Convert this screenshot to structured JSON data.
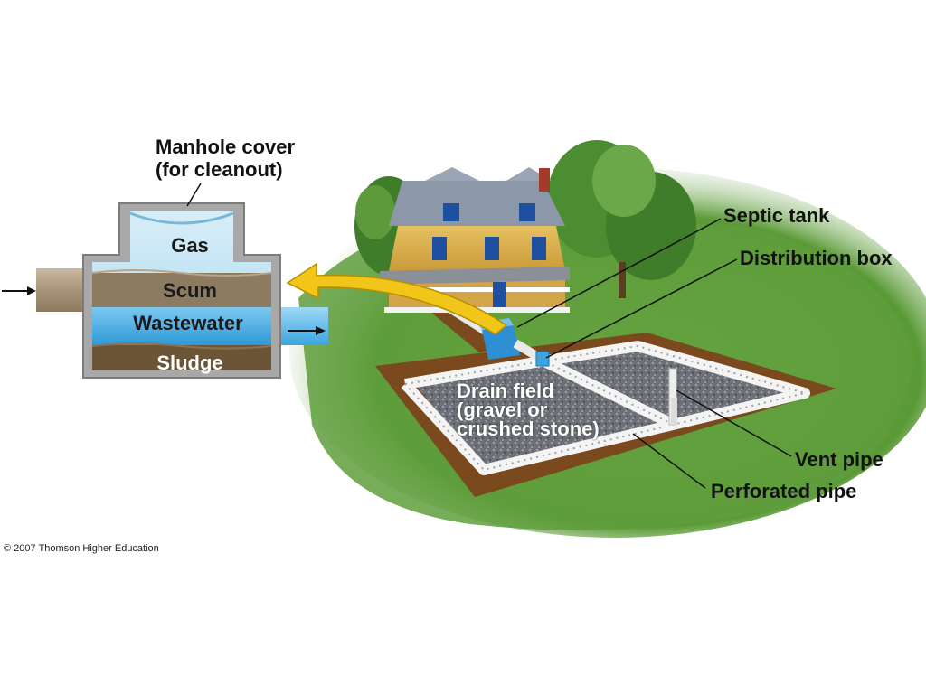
{
  "labels": {
    "manhole_cover": [
      "Manhole cover",
      "(for cleanout)"
    ],
    "septic_tank": "Septic tank",
    "distribution_box": "Distribution box",
    "vent_pipe": "Vent pipe",
    "perforated_pipe": "Perforated pipe",
    "drain_field": [
      "Drain field",
      "(gravel or",
      "crushed stone)"
    ]
  },
  "tank_layers": {
    "gas": "Gas",
    "scum": "Scum",
    "wastewater": "Wastewater",
    "sludge": "Sludge"
  },
  "copyright": "© 2007 Thomson Higher Education",
  "colors": {
    "grass": "#5f9e3c",
    "soil": "#7a4a1e",
    "gravel": "#6f7278",
    "water": "#4fb3e6",
    "scum": "#8c7b60",
    "sludge": "#6b5536",
    "pipe": "#e9e9e9",
    "tank_blue": "#2f8fd3",
    "arrow_yellow": "#f2c618"
  }
}
